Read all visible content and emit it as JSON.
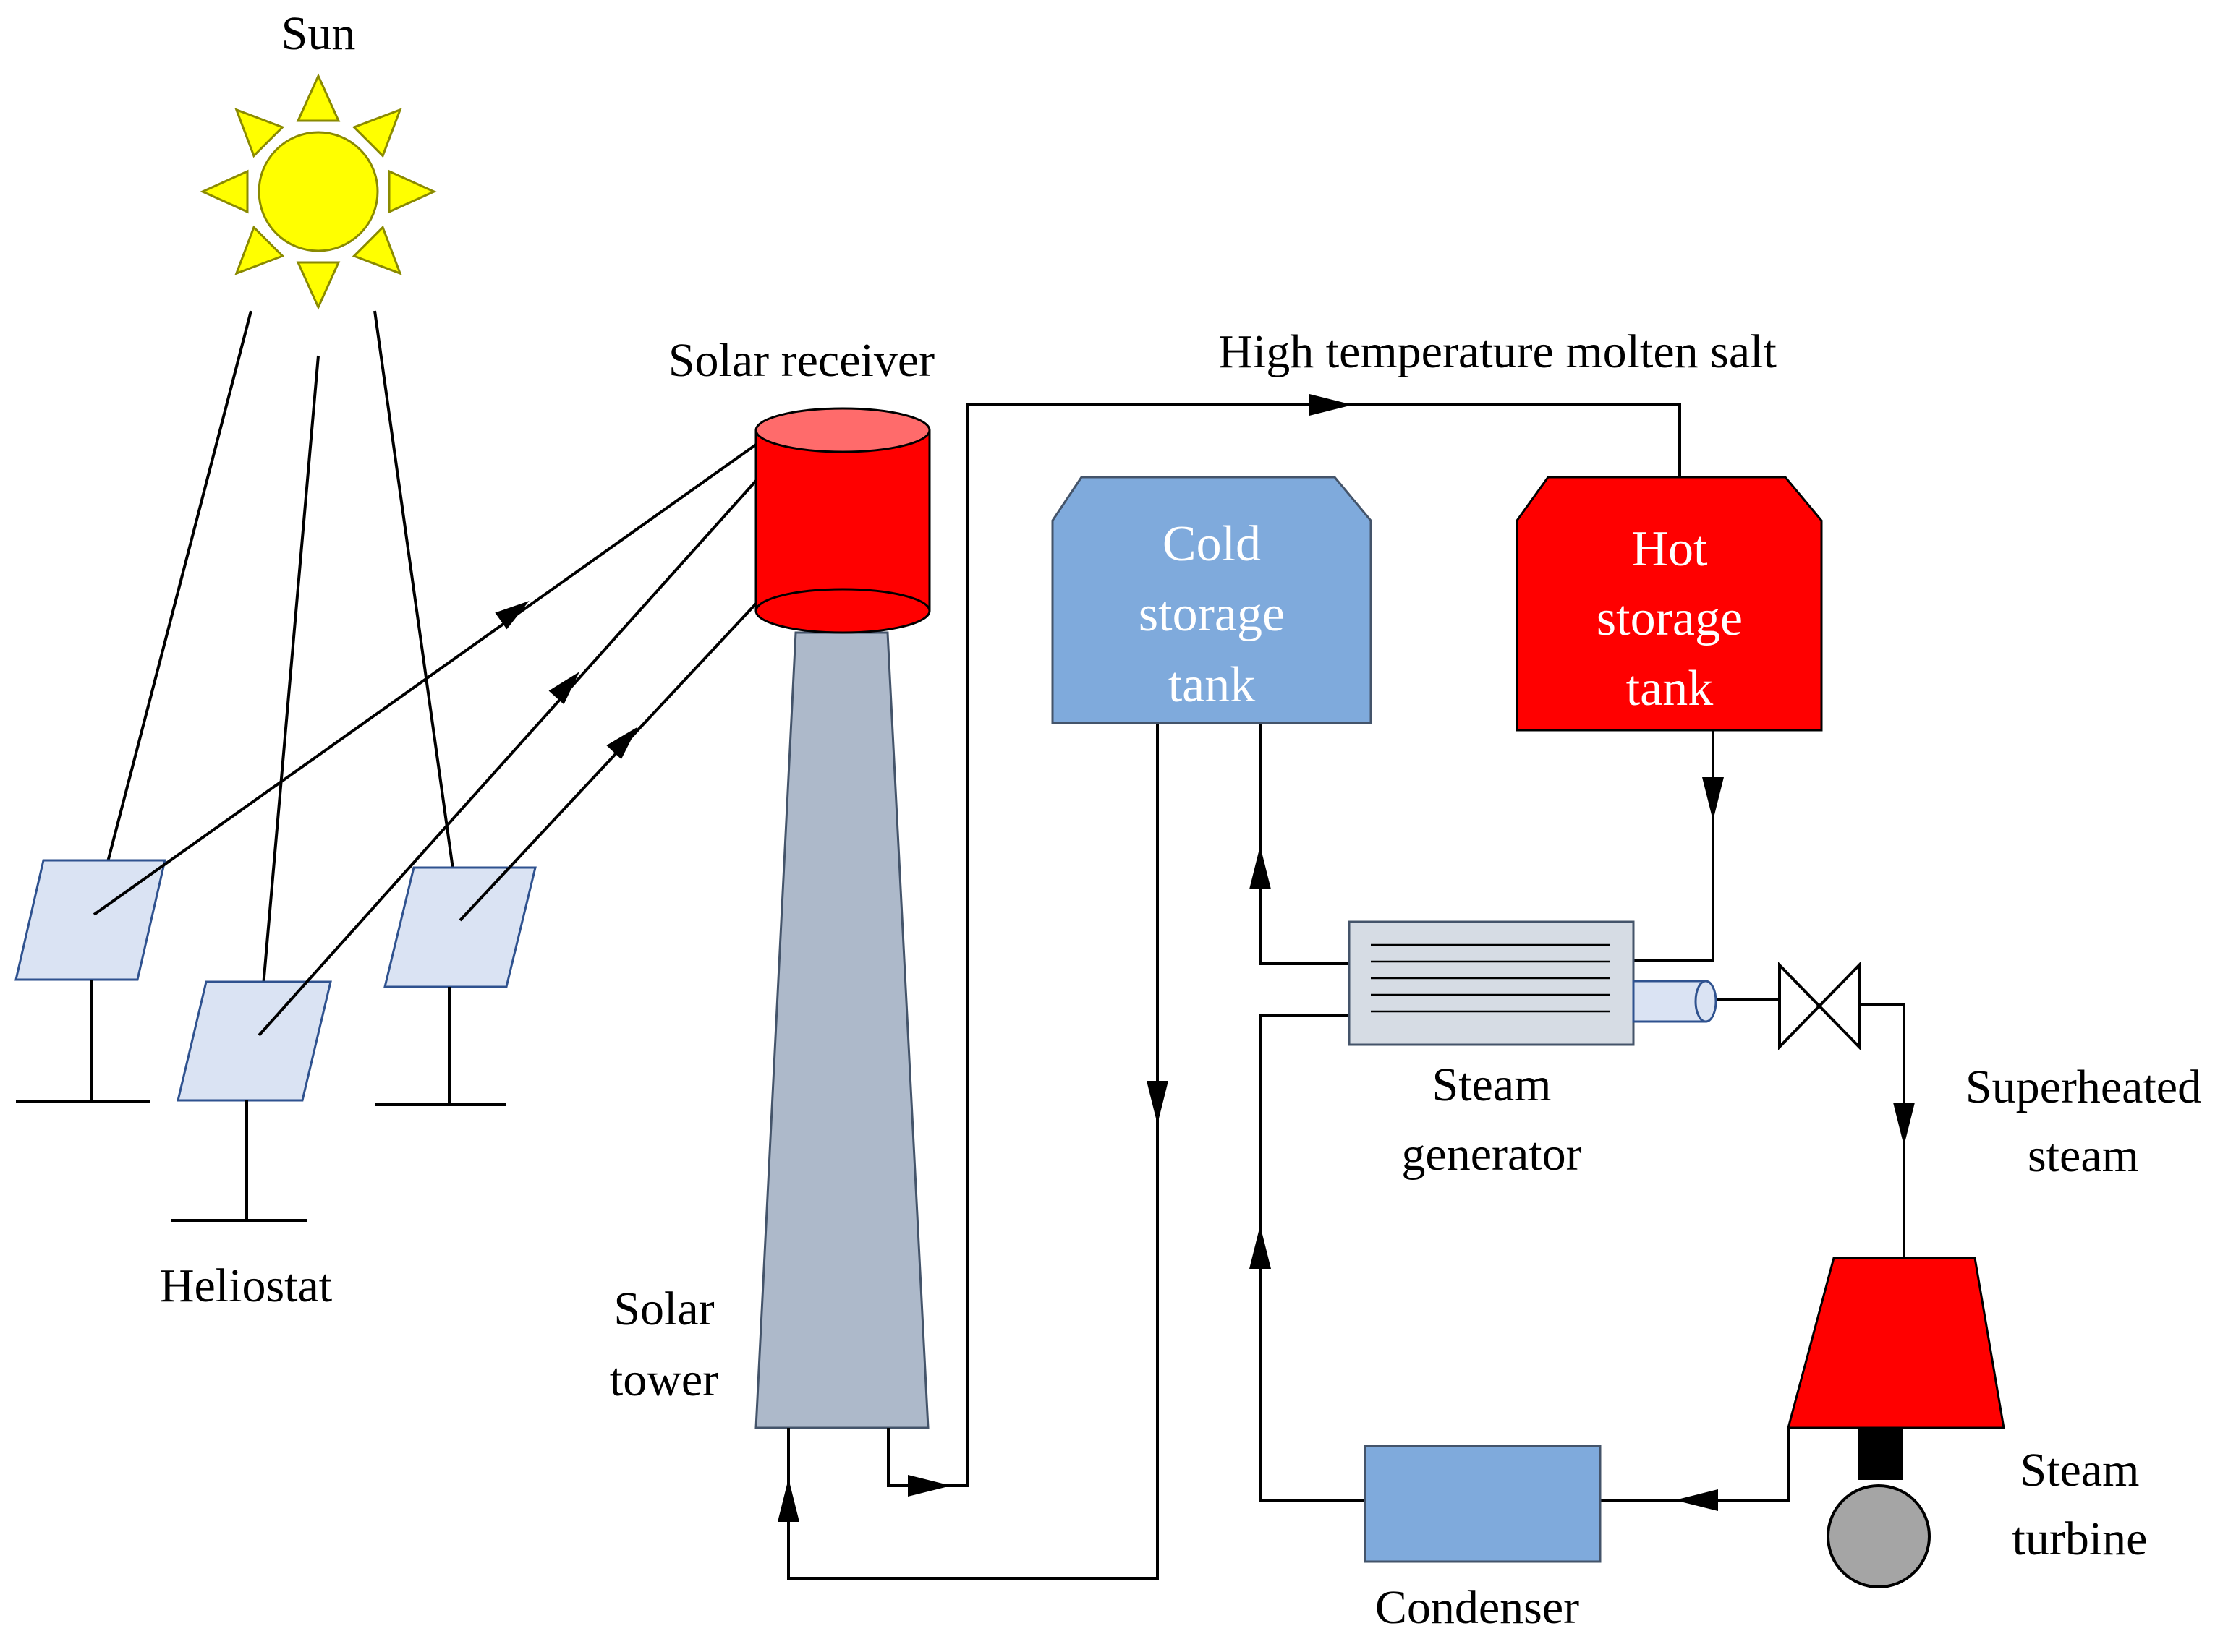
{
  "labels": {
    "sun": "Sun",
    "solar_receiver": "Solar receiver",
    "high_temp_salt": "High temperature molten salt",
    "cold_tank": [
      "Cold",
      "storage",
      "tank"
    ],
    "hot_tank": [
      "Hot",
      "storage",
      "tank"
    ],
    "steam_generator": [
      "Steam",
      "generator"
    ],
    "superheated_steam": [
      "Superheated",
      "steam"
    ],
    "heliostat": "Heliostat",
    "solar_tower": [
      "Solar",
      "tower"
    ],
    "steam_turbine": [
      "Steam",
      "turbine"
    ],
    "condenser": "Condenser"
  },
  "colors": {
    "sun": "#ffff00",
    "sun_stroke": "#8a8a00",
    "receiver_red": "#ff0000",
    "receiver_top": "#ff6b6b",
    "tower": "#adb9ca",
    "cold_tank": "#7faadc",
    "hot_tank": "#ff0000",
    "heliostat": "#dae3f3",
    "heliostat_stroke": "#2f528f",
    "condenser": "#7faadc",
    "generator": "#d6dce4",
    "generator_pipe": "#dae3f3",
    "turbine_red": "#ff0000",
    "generator_disc": "#a5a5a5"
  }
}
